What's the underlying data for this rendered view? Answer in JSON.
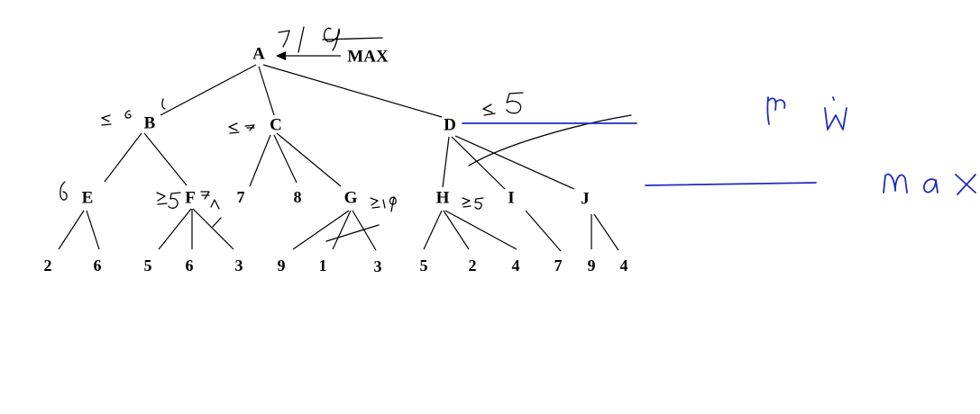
{
  "root_label": "MAX",
  "nodes": [
    {
      "id": "A",
      "label": "A"
    },
    {
      "id": "B",
      "label": "B"
    },
    {
      "id": "C",
      "label": "C"
    },
    {
      "id": "D",
      "label": "D"
    },
    {
      "id": "E",
      "label": "E"
    },
    {
      "id": "F",
      "label": "F"
    },
    {
      "id": "G",
      "label": "G"
    },
    {
      "id": "H",
      "label": "H"
    },
    {
      "id": "I",
      "label": "I"
    },
    {
      "id": "J",
      "label": "J"
    }
  ],
  "level2_leaves": [
    "7",
    "8"
  ],
  "leaves": [
    "2",
    "6",
    "5",
    "6",
    "3",
    "9",
    "1",
    "3",
    "5",
    "2",
    "4",
    "7",
    "9",
    "4"
  ],
  "annotations": {
    "a": "≥ 7",
    "b": "≤ 6",
    "c": "≤ 7",
    "d": "≤ 5",
    "e": "6",
    "f": "≥ 5",
    "g": "≥ 9",
    "h": "≥ 5",
    "min_label": "min",
    "max_label": "Max"
  }
}
